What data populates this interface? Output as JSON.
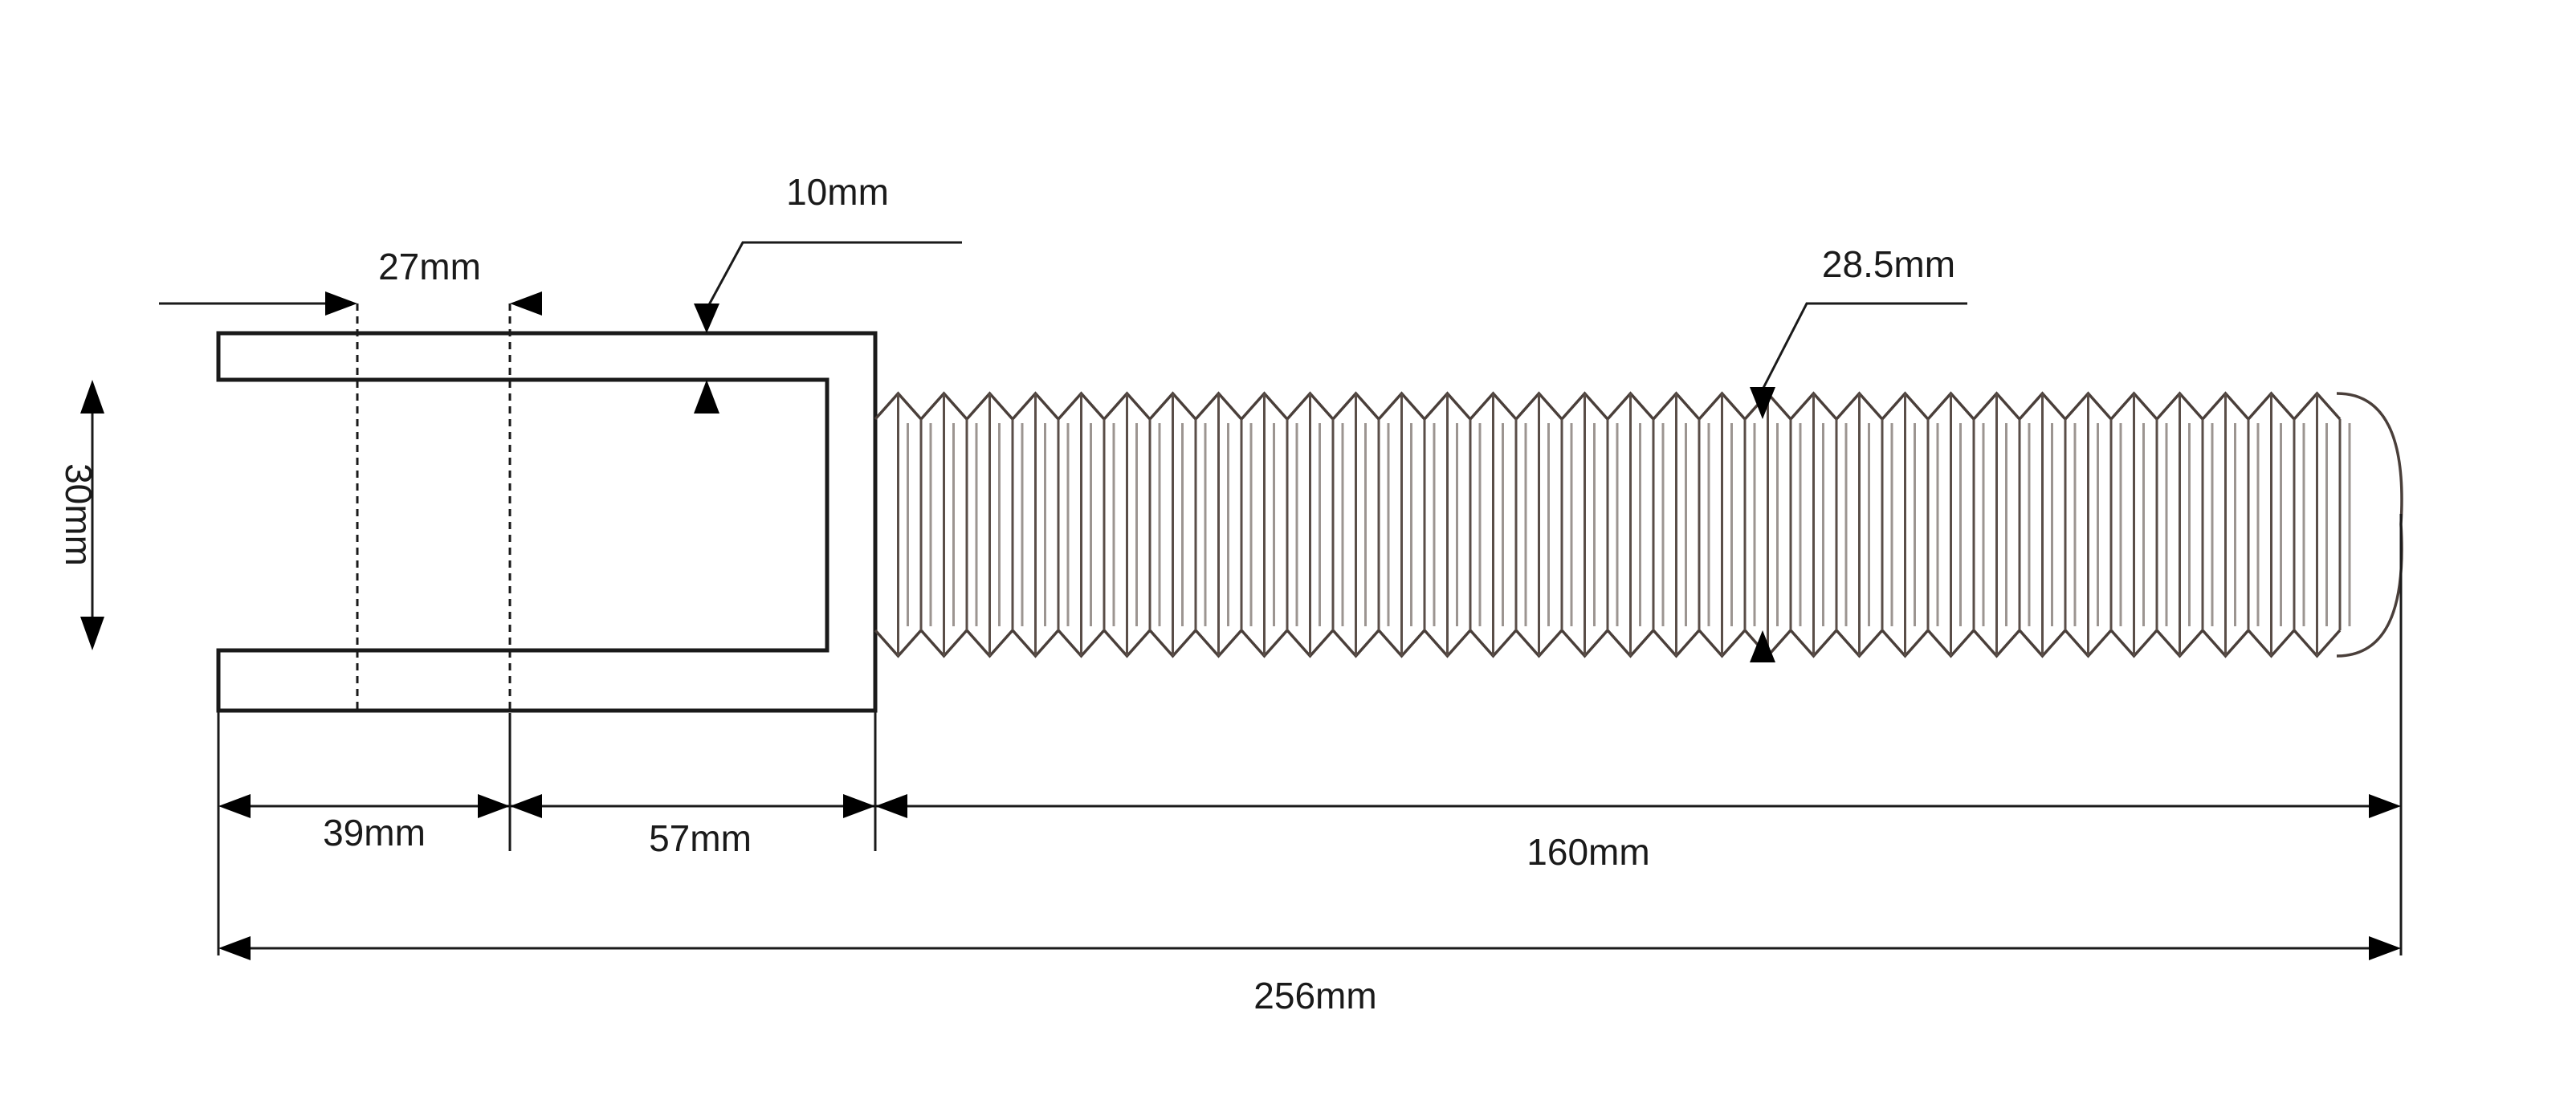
{
  "dimensions": {
    "slot_width": "27mm",
    "wall_thickness": "10mm",
    "thread_diameter": "28.5mm",
    "height": "30mm",
    "left_section": "39mm",
    "middle_section": "57mm",
    "thread_length": "160mm",
    "overall_length": "256mm"
  }
}
